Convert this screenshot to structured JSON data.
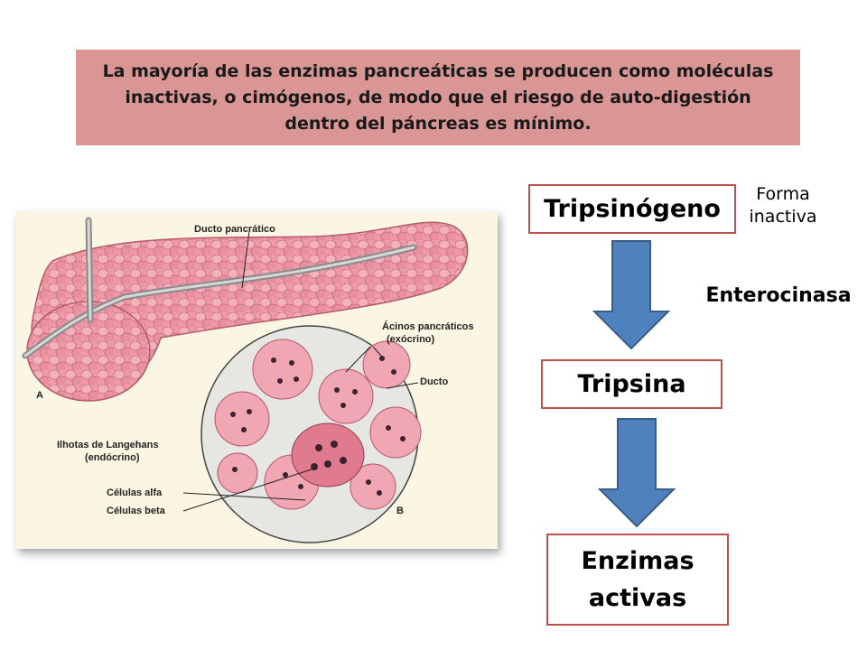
{
  "banner": {
    "text": "La mayoría de las enzimas pancreáticas se producen como moléculas inactivas, o cimógenos, de modo que el riesgo de auto-digestión dentro del páncreas es mínimo."
  },
  "figure": {
    "labels": {
      "ducto_pancreatico": "Ducto pancrático",
      "acinos": "Ácinos pancráticos",
      "acinos_sub": "(exócrino)",
      "ducto": "Ducto",
      "panel_a": "A",
      "ilhotas": "Ilhotas de Langehans",
      "ilhotas_sub": "(endócrino)",
      "celulas_alfa": "Células alfa",
      "celulas_beta": "Células beta",
      "panel_b": "B"
    }
  },
  "flow": {
    "step1": "Tripsinógeno",
    "step1_note_line1": "Forma",
    "step1_note_line2": "inactiva",
    "enzyme": "Enterocinasa",
    "step2": "Tripsina",
    "step3_line1": "Enzimas",
    "step3_line2": "activas"
  },
  "colors": {
    "banner_bg": "#d99694",
    "box_border": "#c0504d",
    "arrow_fill": "#4f81bd",
    "arrow_stroke": "#385d8a",
    "tissue_pink": "#e98a9a",
    "figure_bg": "#fbf6e3"
  }
}
